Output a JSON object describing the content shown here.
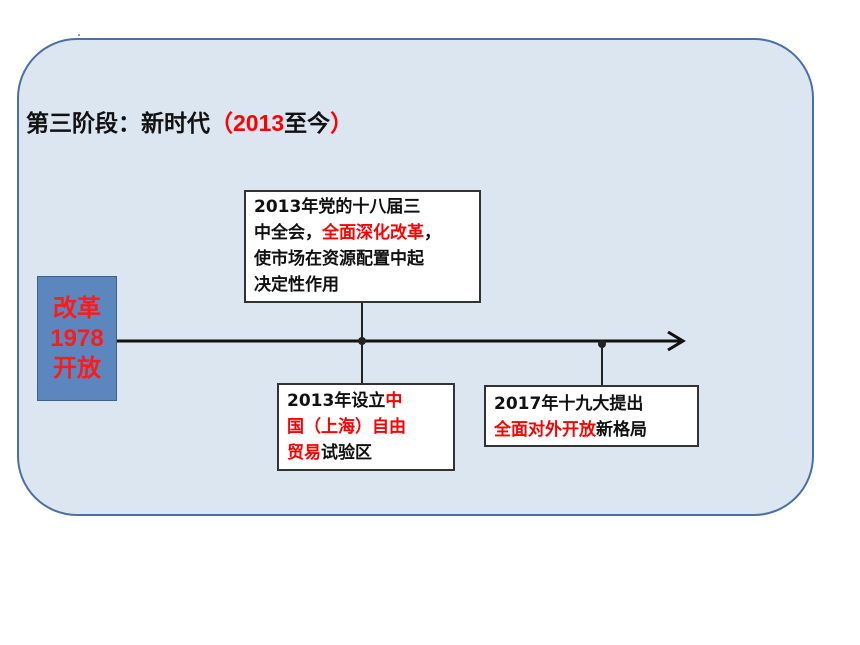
{
  "title": {
    "prefix": "第三阶段：新时代",
    "paren_open": "（",
    "year": "2013",
    "suffix": "至今",
    "paren_close": "）"
  },
  "start": {
    "line1": "改革",
    "line2": "1978",
    "line3": "开放"
  },
  "events": [
    {
      "id": "plenum",
      "line1": "2013年党的十八届三",
      "line2_pre": "中全会，",
      "line2_hl": "全面深化改革",
      "line2_post": "，",
      "line3": "使市场在资源配置中起",
      "line4": "决定性作用"
    },
    {
      "id": "ftz",
      "line1_pre": "2013年设立",
      "line1_hl": "中",
      "line2_hl": "国（上海）自由",
      "line3_hl": "贸易",
      "line3_post": "试验区"
    },
    {
      "id": "congress19",
      "line1": "2017年十九大提出",
      "line2_hl": "全面对外开放",
      "line2_post": "新格局"
    }
  ],
  "colors": {
    "panel_bg": "#dce6f1",
    "panel_border": "#4a6fa5",
    "highlight": "#ff0000",
    "start_box": "#5b87be"
  }
}
